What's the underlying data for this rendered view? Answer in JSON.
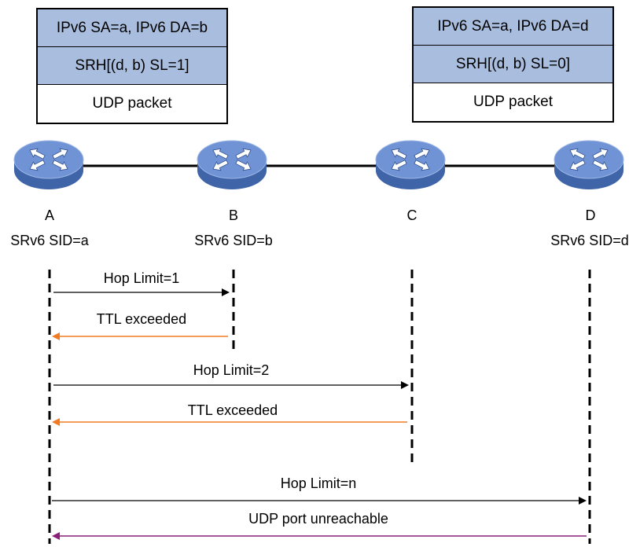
{
  "packets": {
    "left": {
      "header1": "IPv6 SA=a, IPv6 DA=b",
      "header2": "SRH[(d, b) SL=1]",
      "payload": "UDP packet"
    },
    "right": {
      "header1": "IPv6 SA=a, IPv6 DA=d",
      "header2": "SRH[(d, b) SL=0]",
      "payload": "UDP packet"
    }
  },
  "nodes": {
    "A": {
      "name": "A",
      "sid": "SRv6 SID=a"
    },
    "B": {
      "name": "B",
      "sid": "SRv6 SID=b"
    },
    "C": {
      "name": "C",
      "sid": ""
    },
    "D": {
      "name": "D",
      "sid": "SRv6 SID=d"
    }
  },
  "messages": [
    {
      "label": "Hop Limit=1",
      "from": "A",
      "to": "B",
      "color": "#000000"
    },
    {
      "label": "TTL exceeded",
      "from": "B",
      "to": "A",
      "color": "#f07b24"
    },
    {
      "label": "Hop Limit=2",
      "from": "A",
      "to": "C",
      "color": "#000000"
    },
    {
      "label": "TTL exceeded",
      "from": "C",
      "to": "A",
      "color": "#f07b24"
    },
    {
      "label": "Hop Limit=n",
      "from": "A",
      "to": "D",
      "color": "#000000"
    },
    {
      "label": "UDP port unreachable",
      "from": "D",
      "to": "A",
      "color": "#8a1f7a"
    }
  ],
  "colors": {
    "router_top": "#6f93d4",
    "router_side": "#3f64a8",
    "header_fill": "#a9bedf",
    "link": "#000000"
  }
}
